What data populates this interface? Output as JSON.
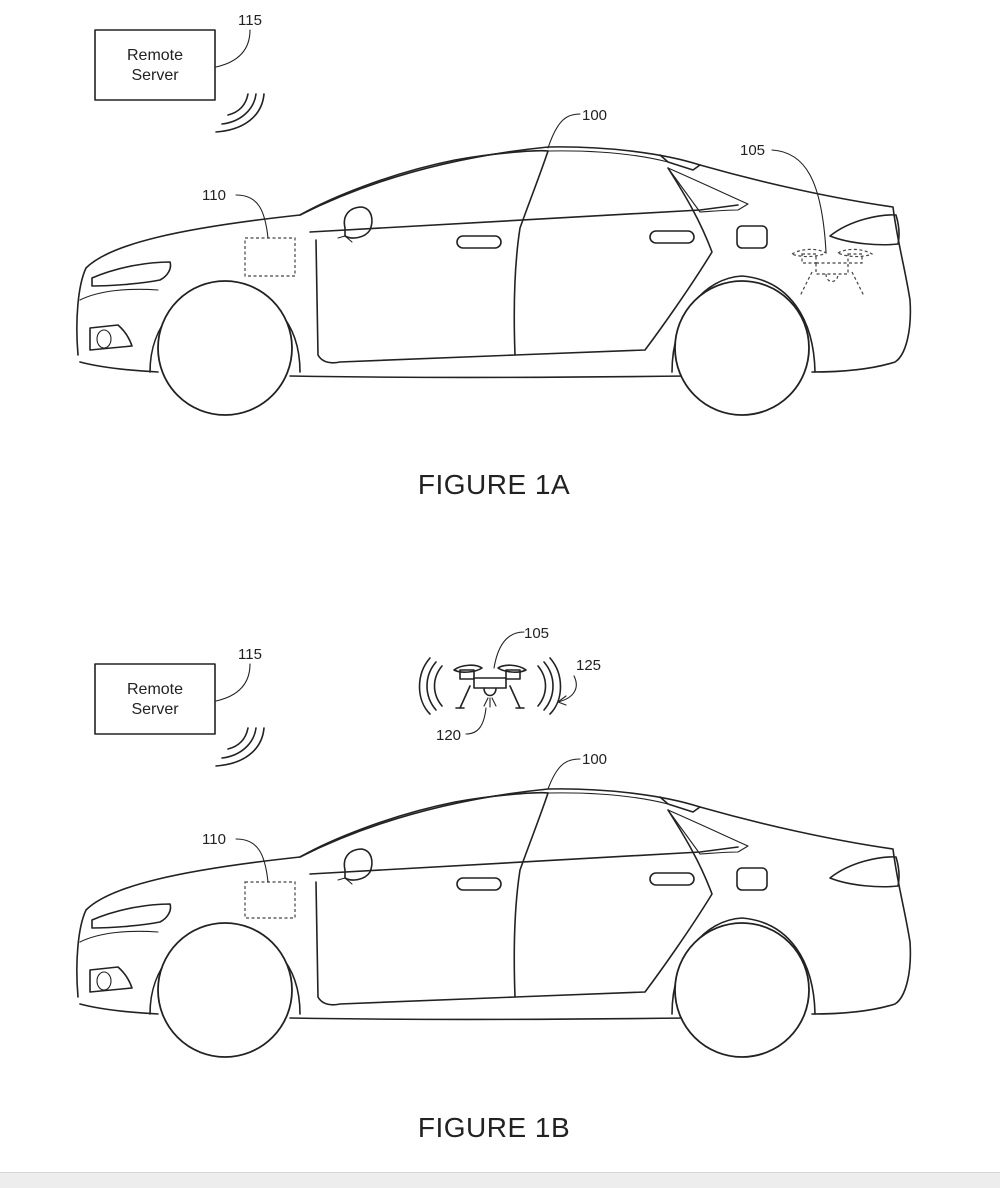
{
  "figures": [
    {
      "caption": "FIGURE 1A",
      "server": {
        "line1": "Remote",
        "line2": "Server",
        "ref": "115"
      },
      "refs": {
        "vehicle": "100",
        "drone": "105",
        "module": "110"
      }
    },
    {
      "caption": "FIGURE 1B",
      "server": {
        "line1": "Remote",
        "line2": "Server",
        "ref": "115"
      },
      "refs": {
        "vehicle": "100",
        "drone": "105",
        "module": "110",
        "light": "120",
        "signal": "125"
      }
    }
  ]
}
